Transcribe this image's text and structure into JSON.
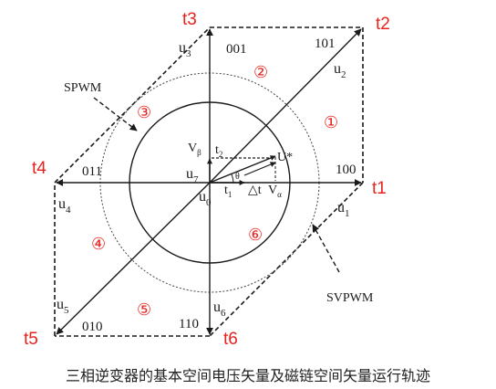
{
  "colors": {
    "ink": "#1a1a1a",
    "red": "#e8231d"
  },
  "time_labels": {
    "t1": "t1",
    "t2": "t2",
    "t3": "t3",
    "t4": "t4",
    "t5": "t5",
    "t6": "t6"
  },
  "vector_labels": {
    "u1": "u",
    "u1_sub": "1",
    "u2": "u",
    "u2_sub": "2",
    "u3": "u",
    "u3_sub": "3",
    "u4": "u",
    "u4_sub": "4",
    "u5": "u",
    "u5_sub": "5",
    "u6": "u",
    "u6_sub": "6",
    "u7": "u",
    "u7_sub": "7",
    "u0": "u",
    "u0_sub": "0"
  },
  "switch_states": {
    "s100": "100",
    "s101": "101",
    "s001": "001",
    "s011": "011",
    "s010": "010",
    "s110": "110"
  },
  "sectors": {
    "s1": "①",
    "s2": "②",
    "s3": "③",
    "s4": "④",
    "s5": "⑤",
    "s6": "⑥"
  },
  "center": {
    "v_beta": "V",
    "v_beta_sub": "β",
    "v_alpha": "V",
    "v_alpha_sub": "α",
    "t2": "t",
    "t2_sub": "2",
    "t1": "t",
    "t1_sub": "1",
    "theta": "θ",
    "delta_t": "△t",
    "u_star": "U*"
  },
  "annotations": {
    "spwm": "SPWM",
    "svpwm": "SVPWM"
  },
  "caption": "三相逆变器的基本空间电压矢量及磁链空间矢量运行轨迹"
}
